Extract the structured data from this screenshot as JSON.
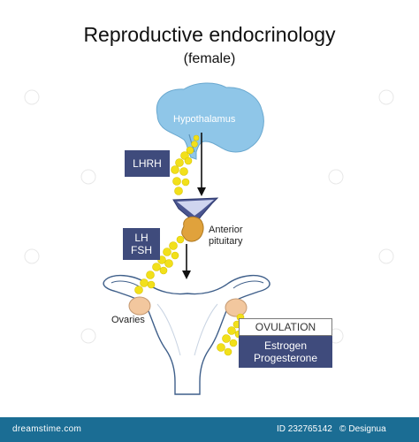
{
  "title": "Reproductive endocrinology",
  "subtitle": "(female)",
  "labels": {
    "hypothalamus": "Hypothalamus",
    "lhrh": "LHRH",
    "lh": "LH",
    "fsh": "FSH",
    "anterior": "Anterior",
    "pituitary": "pituitary",
    "ovaries": "Ovaries",
    "ovulation": "OVULATION",
    "estrogen": "Estrogen",
    "progesterone": "Progesterone"
  },
  "footer": {
    "site": "dreamstime.com",
    "id_text": "ID 232765142",
    "author": "Designua",
    "copyright_symbol": "©"
  },
  "colors": {
    "brain": "#8fc6e8",
    "tag": "#3f4b7c",
    "hormone": "#f2e01a",
    "pituitary_gland": "#e0a23c",
    "ovary": "#f2c79e",
    "footer": "#1b6d94"
  }
}
